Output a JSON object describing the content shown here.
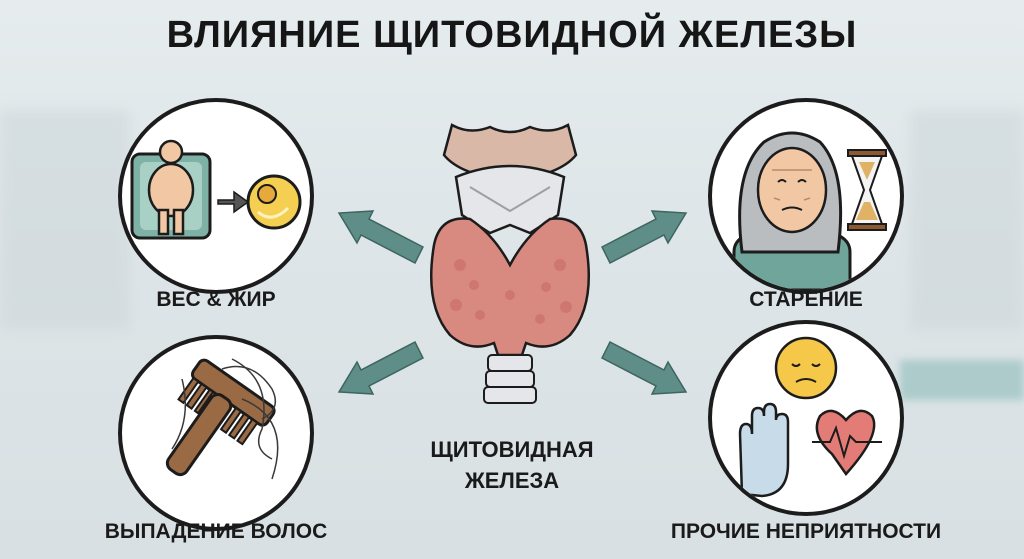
{
  "title": "ВЛИЯНИЕ ЩИТОВИДНОЙ ЖЕЛЕЗЫ",
  "center_label_line1": "ЩИТОВИДНАЯ",
  "center_label_line2": "ЖЕЛЕЗА",
  "panels": [
    {
      "label": "ВЕС & ЖИР",
      "icon": "scale-fat-cell-icon"
    },
    {
      "label": "СТАРЕНИЕ",
      "icon": "aging-hourglass-icon"
    },
    {
      "label": "ВЫПАДЕНИЕ ВОЛОС",
      "icon": "comb-hair-loss-icon"
    },
    {
      "label": "ПРОЧИЕ НЕПРИЯТНОСТИ",
      "icon": "symptoms-icon"
    }
  ],
  "colors": {
    "background": "#e3e9ec",
    "arrow": "#5f8d87",
    "gland": "#d98a80",
    "outline": "#1c1c1c"
  }
}
